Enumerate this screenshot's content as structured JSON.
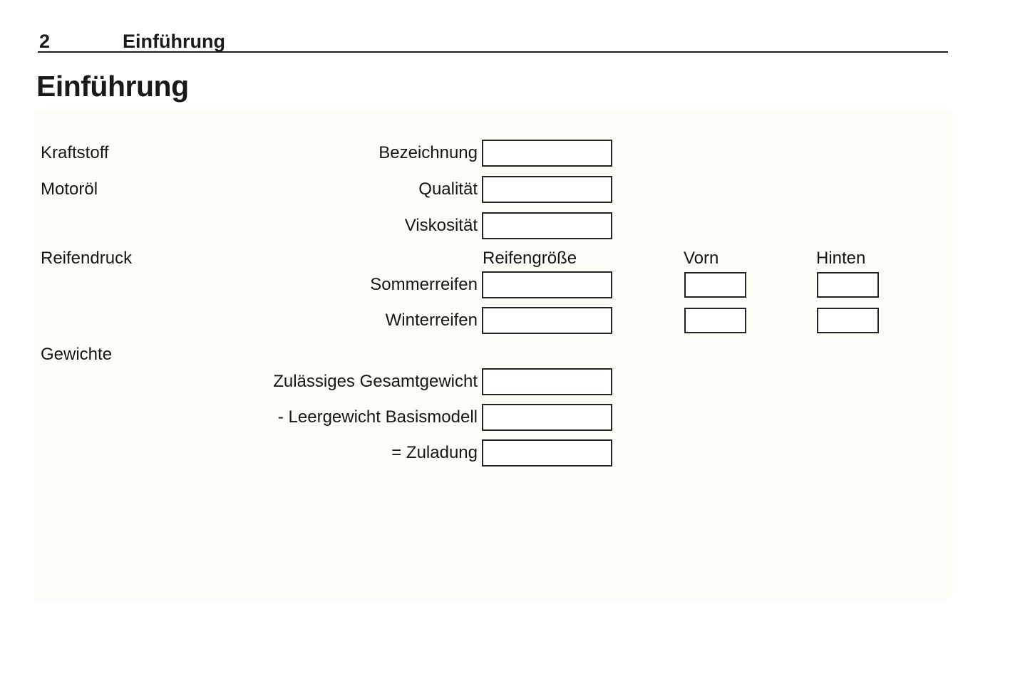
{
  "header": {
    "page_number": "2",
    "chapter_title": "Einführung"
  },
  "title": "Einführung",
  "form": {
    "fuel": {
      "section_label": "Kraftstoff",
      "fields": [
        {
          "label": "Bezeichnung",
          "value": ""
        }
      ]
    },
    "oil": {
      "section_label": "Motoröl",
      "fields": [
        {
          "label": "Qualität",
          "value": ""
        },
        {
          "label": "Viskosität",
          "value": ""
        }
      ]
    },
    "tires": {
      "section_label": "Reifendruck",
      "columns": [
        "Reifengröße",
        "Vorn",
        "Hinten"
      ],
      "rows": [
        {
          "label": "Sommerreifen",
          "reifengroesse": "",
          "vorn": "",
          "hinten": ""
        },
        {
          "label": "Winterreifen",
          "reifengroesse": "",
          "vorn": "",
          "hinten": ""
        }
      ]
    },
    "weights": {
      "section_label": "Gewichte",
      "fields": [
        {
          "label": "Zulässiges Gesamtgewicht",
          "value": ""
        },
        {
          "label": "- Leergewicht Basismodell",
          "value": ""
        },
        {
          "label": "= Zuladung",
          "value": ""
        }
      ]
    }
  },
  "colors": {
    "text": "#1a1a1a",
    "panel_background": "#fdfcf7",
    "box_border": "#242424",
    "rule": "#1b1b1b"
  }
}
